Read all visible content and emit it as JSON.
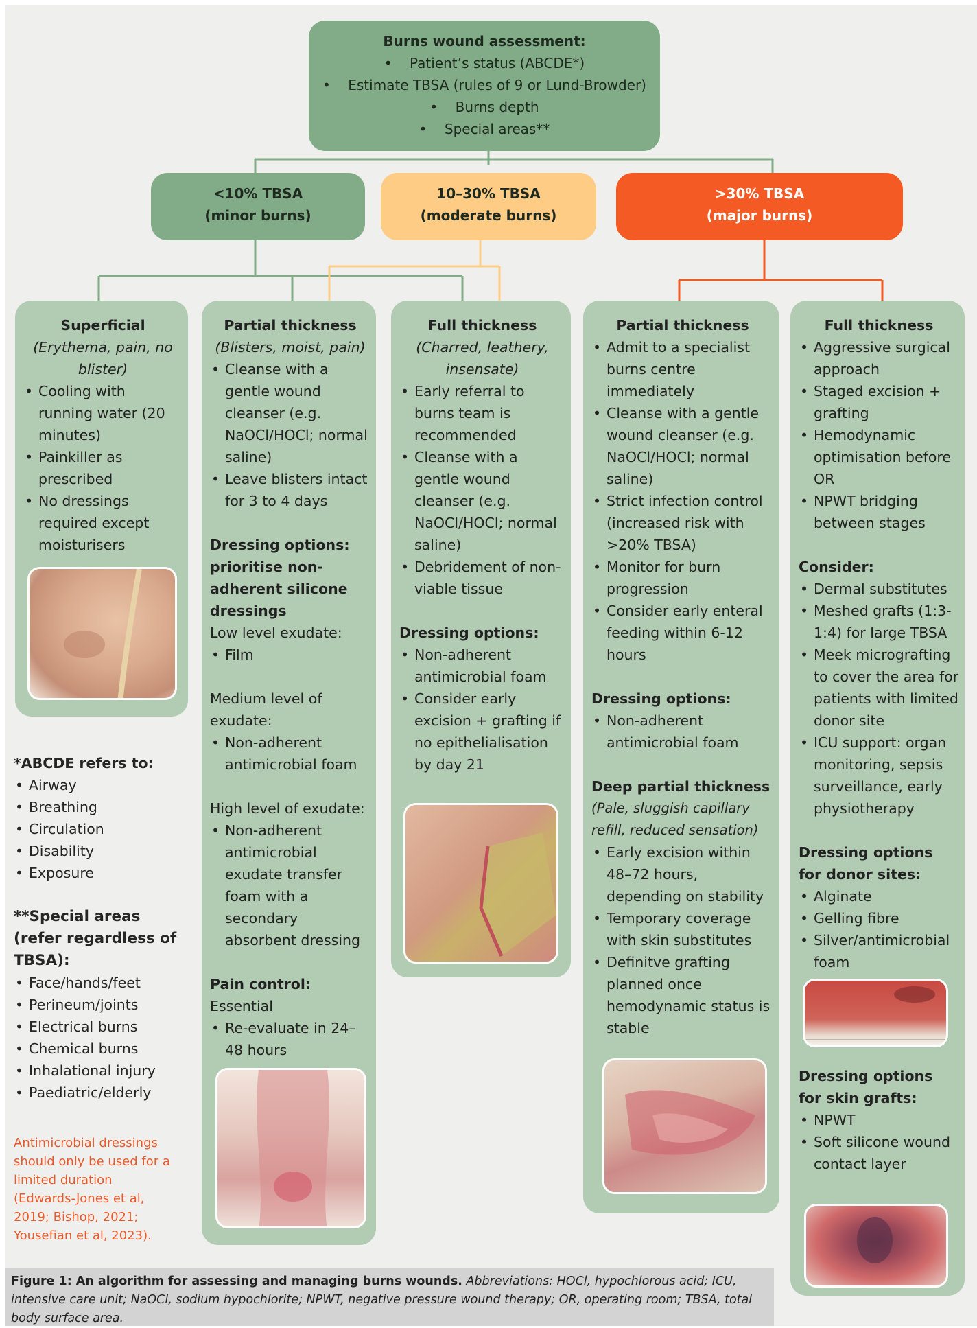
{
  "assessment": {
    "title": "Burns wound assessment:",
    "items": [
      "Patient’s status (ABCDE*)",
      "Estimate TBSA (rules of 9 or Lund-Browder)",
      "Burns depth",
      "Special areas**"
    ]
  },
  "categories": [
    {
      "line1": "<10% TBSA",
      "line2": "(minor burns)"
    },
    {
      "line1": "10–30% TBSA",
      "line2": "(moderate burns)"
    },
    {
      "line1": ">30% TBSA",
      "line2": "(major burns)"
    }
  ],
  "col_superficial": {
    "title": "Superficial",
    "subtitle": "(Erythema, pain, no blister)",
    "bullets": [
      "Cooling with running water (20 minutes)",
      "Painkiller as prescribed",
      "No dressings required except moisturisers"
    ]
  },
  "col_partial_minor": {
    "title": "Partial thickness",
    "subtitle": "(Blisters, moist, pain)",
    "bullets": [
      "Cleanse with a gentle wound cleanser (e.g. NaOCl/HOCl; normal saline)",
      "Leave blisters intact for 3 to 4 days"
    ],
    "dressing_heading": "Dressing options: prioritise non-adherent silicone dressings",
    "low_label": "Low level exudate:",
    "low_items": [
      "Film"
    ],
    "medium_label": "Medium level of exudate:",
    "medium_items": [
      "Non-adherent antimicrobial foam"
    ],
    "high_label": "High level of exudate:",
    "high_items": [
      "Non-adherent antimicrobial exudate transfer foam with a secondary absorbent dressing"
    ],
    "pain_heading": "Pain control:",
    "pain_text": "Essential",
    "pain_items": [
      "Re-evaluate in 24–48 hours"
    ]
  },
  "col_full_moderate": {
    "title": "Full thickness",
    "subtitle": "(Charred, leathery, insensate)",
    "bullets": [
      "Early referral to burns team is recommended",
      "Cleanse with a gentle wound cleanser (e.g. NaOCl/HOCl; normal saline)",
      "Debridement of non-viable tissue"
    ],
    "dressing_heading": "Dressing options:",
    "dressing_items": [
      "Non-adherent antimicrobial foam",
      "Consider early excision + grafting if no epithelialisation by day 21"
    ]
  },
  "col_partial_major": {
    "title": "Partial thickness",
    "bullets": [
      "Admit to a specialist burns centre immediately",
      "Cleanse with a gentle wound cleanser (e.g. NaOCl/HOCl; normal saline)",
      "Strict infection control (increased risk with >20% TBSA)",
      "Monitor for burn progression",
      "Consider early enteral feeding within 6-12 hours"
    ],
    "dressing_heading": "Dressing options:",
    "dressing_items": [
      "Non-adherent antimicrobial foam"
    ],
    "deep_heading": "Deep partial thickness",
    "deep_subtitle": "(Pale, sluggish capillary refill, reduced sensation)",
    "deep_items": [
      "Early excision within 48–72 hours, depending on stability",
      "Temporary coverage with skin substitutes",
      "Definitve grafting planned once hemodynamic status is stable"
    ]
  },
  "col_full_major": {
    "title": "Full thickness",
    "bullets": [
      "Aggressive surgical approach",
      "Staged excision + grafting",
      "Hemodynamic optimisation before OR",
      "NPWT bridging between stages"
    ],
    "consider_heading": "Consider:",
    "consider_items": [
      "Dermal substitutes",
      "Meshed grafts (1:3-1:4) for large TBSA",
      "Meek micrografting to cover the area for patients with limited donor site",
      "ICU support: organ monitoring, sepsis surveillance, early physiotherapy"
    ],
    "donor_heading": "Dressing options for donor sites:",
    "donor_items": [
      "Alginate",
      "Gelling fibre",
      "Silver/antimicrobial foam"
    ],
    "graft_heading": "Dressing options for skin grafts:",
    "graft_items": [
      "NPWT",
      "Soft silicone wound contact layer"
    ]
  },
  "abcde": {
    "heading": "*ABCDE refers to:",
    "items": [
      "Airway",
      "Breathing",
      "Circulation",
      "Disability",
      "Exposure"
    ]
  },
  "special": {
    "heading": "**Special areas (refer regardless of TBSA):",
    "items": [
      "Face/hands/feet",
      "Perineum/joints",
      "Electrical burns",
      "Chemical burns",
      "Inhalational injury",
      "Paediatric/elderly"
    ]
  },
  "antimicrobial_note": "Antimicrobial dressings should only be used for a limited duration (Edwards-Jones et al, 2019; Bishop, 2021; Yousefian et al, 2023).",
  "caption": {
    "bold": "Figure 1: An algorithm for assessing and managing burns wounds.",
    "italic": " Abbreviations: HOCl, hypochlorous acid; ICU, intensive care unit; NaOCl, sodium hypochlorite; NPWT, negative pressure wound therapy; OR, operating room; TBSA, total body surface area."
  },
  "colors": {
    "green_dark": "#82ac87",
    "green_light": "#b2ccb3",
    "amber": "#ffcc86",
    "orange": "#f45a24",
    "note_red": "#ea5a2a"
  }
}
